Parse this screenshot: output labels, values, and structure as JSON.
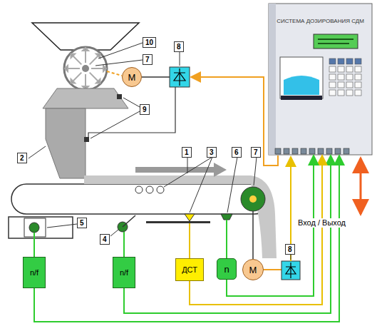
{
  "diagram": {
    "nodes": [
      {
        "text": [
          "СИСТЕМА ДОЗИРОВАНИЯ СДМ"
        ]
      },
      {
        "text": [
          "M"
        ]
      },
      {
        "text": [
          "n/f"
        ]
      },
      {
        "text": [
          "n/f"
        ]
      },
      {
        "text": [
          "ДСТ"
        ]
      },
      {
        "text": [
          "n"
        ]
      },
      {
        "text": [
          "M"
        ]
      }
    ],
    "edges": [
      {
        "from": 2,
        "to": 0,
        "arrow": "to"
      },
      {
        "from": 3,
        "to": 0,
        "arrow": "to"
      },
      {
        "from": 4,
        "to": 0,
        "arrow": "to"
      },
      {
        "from": 5,
        "to": 0,
        "arrow": "to"
      }
    ],
    "labels": [
      "10",
      "7",
      "8",
      "1",
      "3",
      "6",
      "7",
      "2",
      "9",
      "5",
      "4",
      "8",
      "Вход / Выход"
    ]
  }
}
